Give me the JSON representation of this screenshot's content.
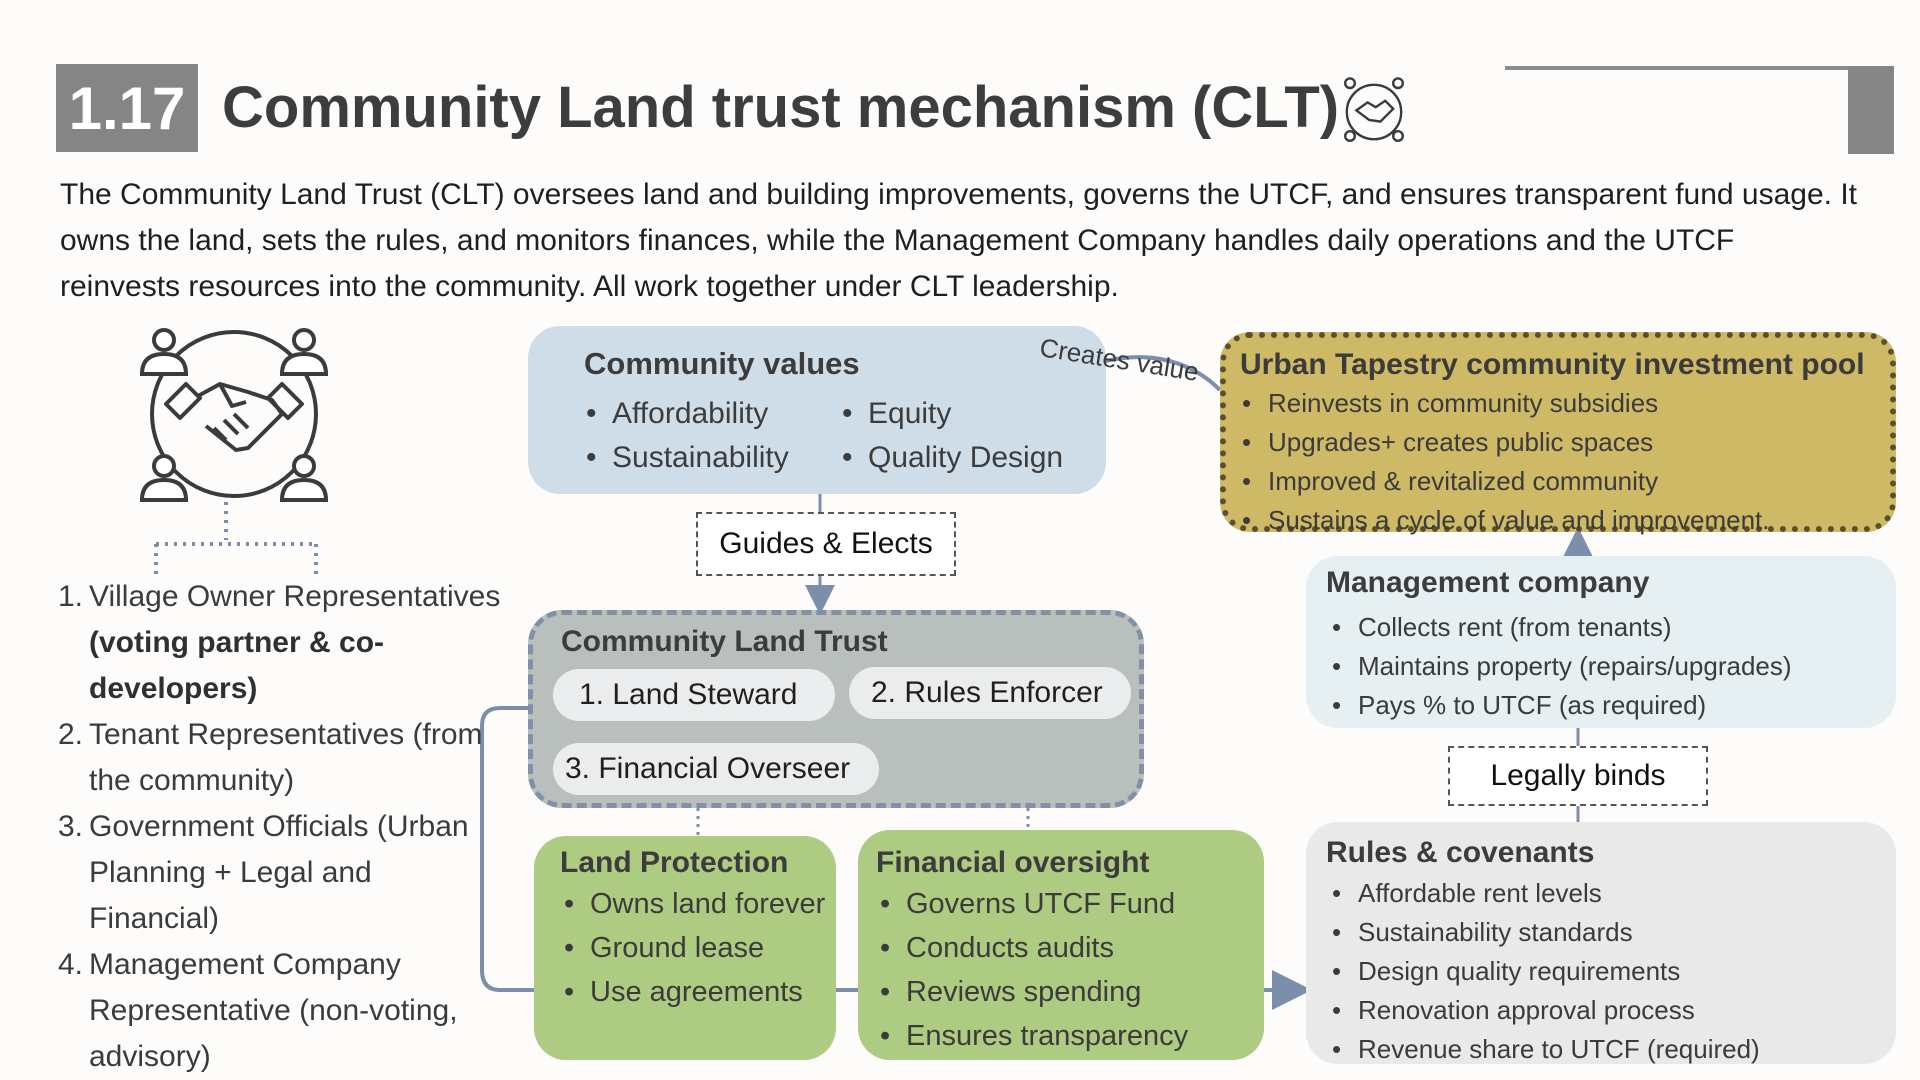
{
  "header": {
    "section_number": "1.17",
    "title": "Community Land trust mechanism (CLT)",
    "intro": "The Community Land Trust (CLT) oversees land and building improvements, governs the UTCF, and ensures transparent fund usage. It owns the land, sets the rules, and monitors finances, while the Management Company handles daily operations and the UTCF reinvests resources into the community. All work together under CLT leadership."
  },
  "icons": {
    "title_icon": "community-handshake-icon",
    "left_icon": "community-handshake-icon"
  },
  "members": [
    {
      "num": "1.",
      "text": "Village Owner Representatives ",
      "bold": "(voting partner & co-developers)"
    },
    {
      "num": "2.",
      "text": "Tenant Representatives (from the community)",
      "bold": ""
    },
    {
      "num": "3.",
      "text": "Government Officials (Urban Planning + Legal and Financial)",
      "bold": ""
    },
    {
      "num": "4.",
      "text": "Management Company Representative (non-voting, advisory)",
      "bold": ""
    }
  ],
  "community_values": {
    "title": "Community values",
    "items": [
      "Affordability",
      "Equity",
      "Sustainability",
      "Quality Design"
    ]
  },
  "arc_label": "Creates value",
  "pool": {
    "title": "Urban Tapestry community investment pool",
    "items": [
      "Reinvests in community subsidies",
      "Upgrades+ creates public spaces",
      "Improved & revitalized community",
      "Sustains a cycle of value and improvement."
    ]
  },
  "guides_label": "Guides & Elects",
  "clt": {
    "title": "Community Land Trust",
    "roles": [
      "1.  Land Steward",
      "2. Rules Enforcer",
      "3. Financial Overseer"
    ]
  },
  "management": {
    "title": "Management company",
    "items": [
      "Collects rent (from tenants)",
      "Maintains property (repairs/upgrades)",
      "Pays % to UTCF (as required)"
    ]
  },
  "binds_label": "Legally binds",
  "rules": {
    "title": "Rules & covenants",
    "items": [
      "Affordable rent levels",
      "Sustainability standards",
      "Design quality requirements",
      "Renovation approval process",
      "Revenue share to UTCF (required)"
    ]
  },
  "land_protection": {
    "title": "Land Protection",
    "items": [
      "Owns land forever",
      "Ground lease",
      "Use agreements"
    ]
  },
  "financial_oversight": {
    "title": "Financial oversight",
    "items": [
      "Governs UTCF Fund",
      "Conducts audits",
      "Reviews spending",
      "Ensures transparency"
    ]
  },
  "colors": {
    "values_bg": "#cfdde9",
    "pool_bg": "#cdb966",
    "clt_bg": "#b9bfbd",
    "green_bg": "#aecb82",
    "connector": "#7b8fac"
  }
}
